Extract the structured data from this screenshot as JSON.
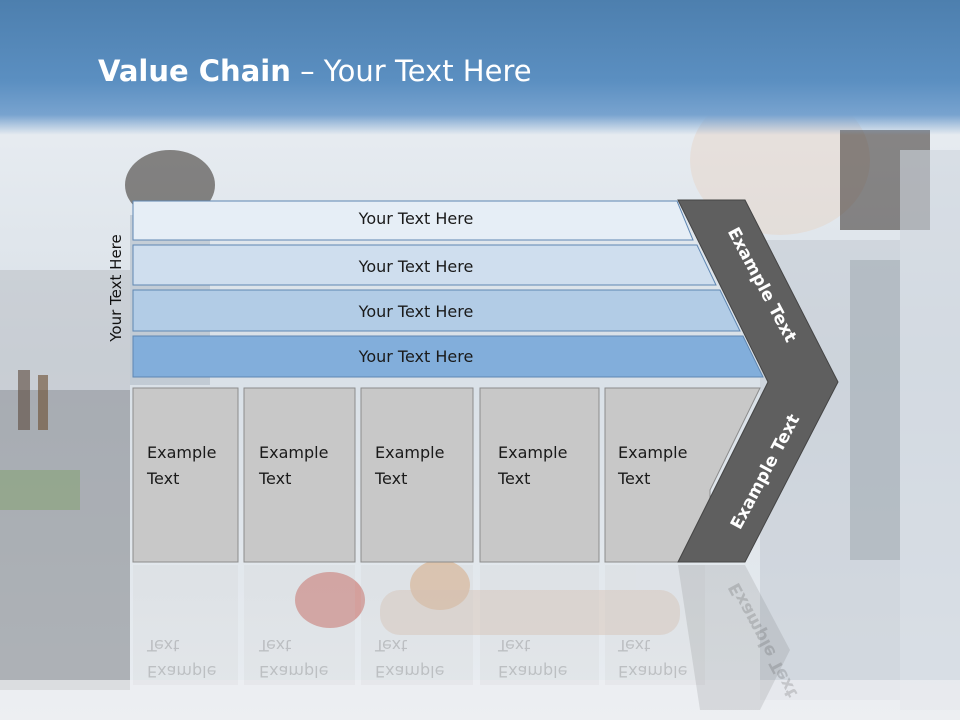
{
  "title": {
    "bold": "Value Chain",
    "rest": " – Your Text Here"
  },
  "side_label": "Your Text Here",
  "rows": [
    {
      "label": "Your Text Here",
      "color": "#e6eef6"
    },
    {
      "label": "Your Text Here",
      "color": "#cfdeee"
    },
    {
      "label": "Your Text Here",
      "color": "#b2cce6"
    },
    {
      "label": "Your Text Here",
      "color": "#82aedb"
    }
  ],
  "boxes": [
    {
      "line1": "Example",
      "line2": "Text"
    },
    {
      "line1": "Example",
      "line2": "Text"
    },
    {
      "line1": "Example",
      "line2": "Text"
    },
    {
      "line1": "Example",
      "line2": "Text"
    },
    {
      "line1": "Example",
      "line2": "Text"
    }
  ],
  "chevron": {
    "upper_label": "Example Text",
    "lower_label": "Example Text",
    "color": "#5f5f5f"
  },
  "box_color": "#c8c8c8",
  "header_color": "#5b8fc1"
}
